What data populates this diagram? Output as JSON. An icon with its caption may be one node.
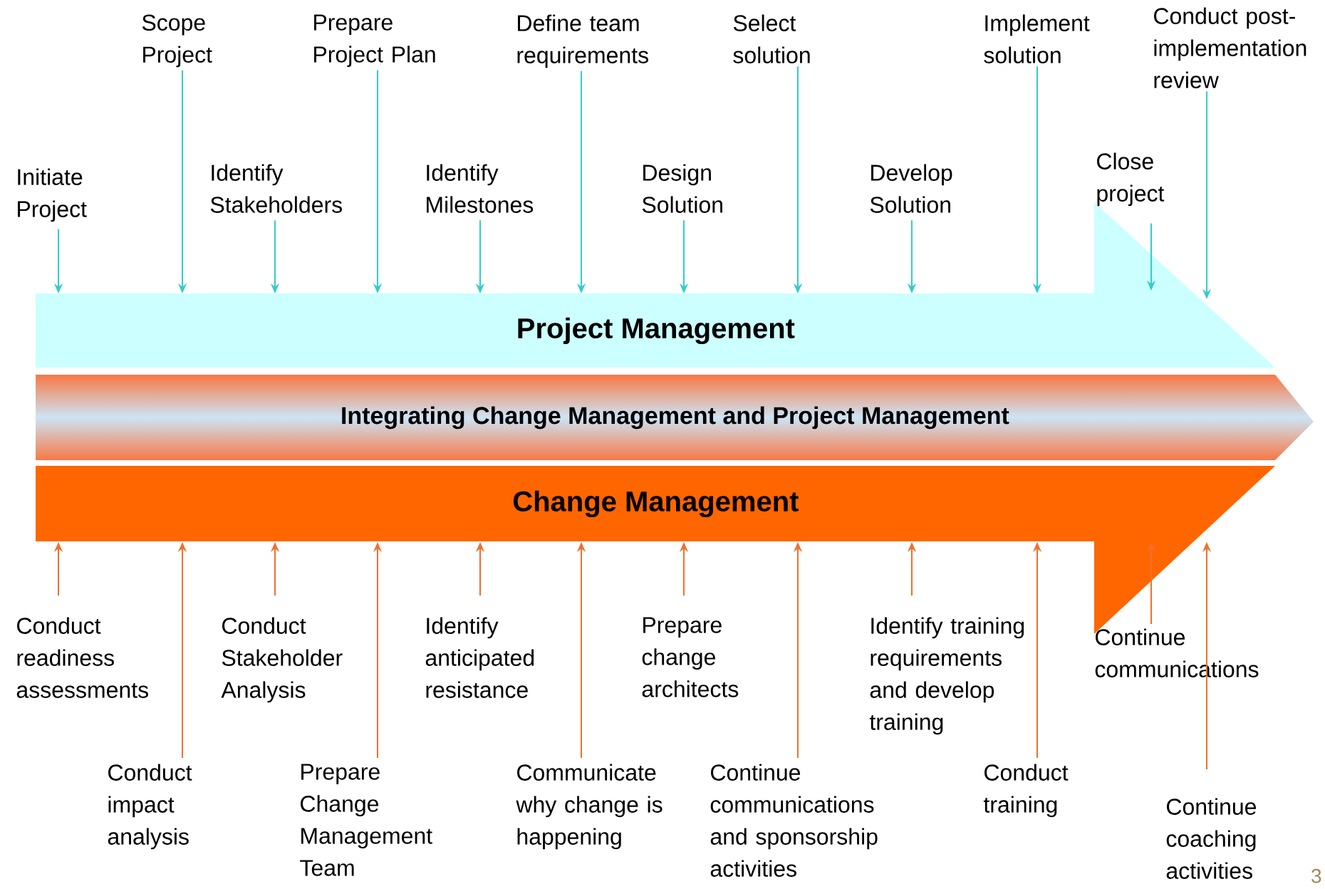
{
  "diagram": {
    "nodes": [
      {
        "text": [
          "Project Management"
        ]
      },
      {
        "text": [
          "Integrating Change Management and Project Management"
        ]
      },
      {
        "text": [
          "Change Management"
        ]
      },
      {
        "text": [
          "Initiate Project"
        ]
      },
      {
        "text": [
          "Scope Project"
        ]
      },
      {
        "text": [
          "Identify Stakeholders"
        ]
      },
      {
        "text": [
          "Prepare Project Plan"
        ]
      },
      {
        "text": [
          "Identify Milestones"
        ]
      },
      {
        "text": [
          "Define team requirements"
        ]
      },
      {
        "text": [
          "Design Solution"
        ]
      },
      {
        "text": [
          "Select solution"
        ]
      },
      {
        "text": [
          "Develop Solution"
        ]
      },
      {
        "text": [
          "Implement solution"
        ]
      },
      {
        "text": [
          "Close project"
        ]
      },
      {
        "text": [
          "Conduct post-implementation review"
        ]
      },
      {
        "text": [
          "Conduct readiness assessments"
        ]
      },
      {
        "text": [
          "Conduct impact analysis"
        ]
      },
      {
        "text": [
          "Conduct Stakeholder Analysis"
        ]
      },
      {
        "text": [
          "Prepare Change Management Team"
        ]
      },
      {
        "text": [
          "Identify anticipated resistance"
        ]
      },
      {
        "text": [
          "Communicate why change is happening"
        ]
      },
      {
        "text": [
          "Prepare change architects"
        ]
      },
      {
        "text": [
          "Continue communications and sponsorship activities"
        ]
      },
      {
        "text": [
          "Identify training requirements and develop training"
        ]
      },
      {
        "text": [
          "Conduct training"
        ]
      },
      {
        "text": [
          "Continue communications"
        ]
      },
      {
        "text": [
          "Continue coaching activities"
        ]
      }
    ],
    "edges": [
      {
        "from": 3,
        "to": 0,
        "arrow": "to",
        "color": "#33cccc"
      },
      {
        "from": 4,
        "to": 0,
        "arrow": "to",
        "color": "#33cccc"
      },
      {
        "from": 5,
        "to": 0,
        "arrow": "to",
        "color": "#33cccc"
      },
      {
        "from": 6,
        "to": 0,
        "arrow": "to",
        "color": "#33cccc"
      },
      {
        "from": 7,
        "to": 0,
        "arrow": "to",
        "color": "#33cccc"
      },
      {
        "from": 8,
        "to": 0,
        "arrow": "to",
        "color": "#33cccc"
      },
      {
        "from": 9,
        "to": 0,
        "arrow": "to",
        "color": "#33cccc"
      },
      {
        "from": 10,
        "to": 0,
        "arrow": "to",
        "color": "#33cccc"
      },
      {
        "from": 11,
        "to": 0,
        "arrow": "to",
        "color": "#33cccc"
      },
      {
        "from": 12,
        "to": 0,
        "arrow": "to",
        "color": "#33cccc"
      },
      {
        "from": 13,
        "to": 0,
        "arrow": "to",
        "color": "#33cccc"
      },
      {
        "from": 14,
        "to": 0,
        "arrow": "to",
        "color": "#33cccc"
      },
      {
        "from": 15,
        "to": 2,
        "arrow": "to",
        "color": "#f07030"
      },
      {
        "from": 16,
        "to": 2,
        "arrow": "to",
        "color": "#f07030"
      },
      {
        "from": 17,
        "to": 2,
        "arrow": "to",
        "color": "#f07030"
      },
      {
        "from": 18,
        "to": 2,
        "arrow": "to",
        "color": "#f07030"
      },
      {
        "from": 19,
        "to": 2,
        "arrow": "to",
        "color": "#f07030"
      },
      {
        "from": 20,
        "to": 2,
        "arrow": "to",
        "color": "#f07030"
      },
      {
        "from": 21,
        "to": 2,
        "arrow": "to",
        "color": "#f07030"
      },
      {
        "from": 22,
        "to": 2,
        "arrow": "to",
        "color": "#f07030"
      },
      {
        "from": 23,
        "to": 2,
        "arrow": "to",
        "color": "#f07030"
      },
      {
        "from": 24,
        "to": 2,
        "arrow": "to",
        "color": "#f07030"
      },
      {
        "from": 25,
        "to": 2,
        "arrow": "to",
        "color": "#f07030"
      },
      {
        "from": 26,
        "to": 2,
        "arrow": "to",
        "color": "#f07030"
      }
    ],
    "labels": [
      "3"
    ]
  }
}
